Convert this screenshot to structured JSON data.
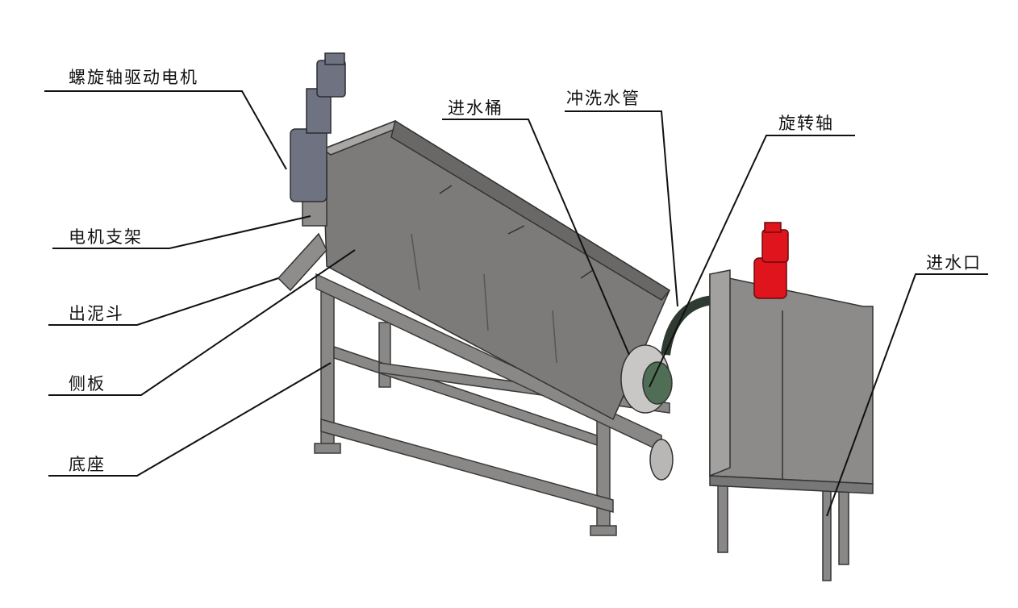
{
  "labels": {
    "drive_motor": "螺旋轴驱动电机",
    "motor_bracket": "电机支架",
    "sludge_hopper": "出泥斗",
    "side_plate": "侧板",
    "base": "底座",
    "inlet_tank": "进水桶",
    "flush_pipe": "冲洗水管",
    "rotating_shaft": "旋转轴",
    "water_inlet": "进水口"
  },
  "colors": {
    "steel": "#8a8886",
    "steel_dark": "#5e5c5b",
    "motor_blue": "#6f7280",
    "motor_red": "#e0141c"
  }
}
